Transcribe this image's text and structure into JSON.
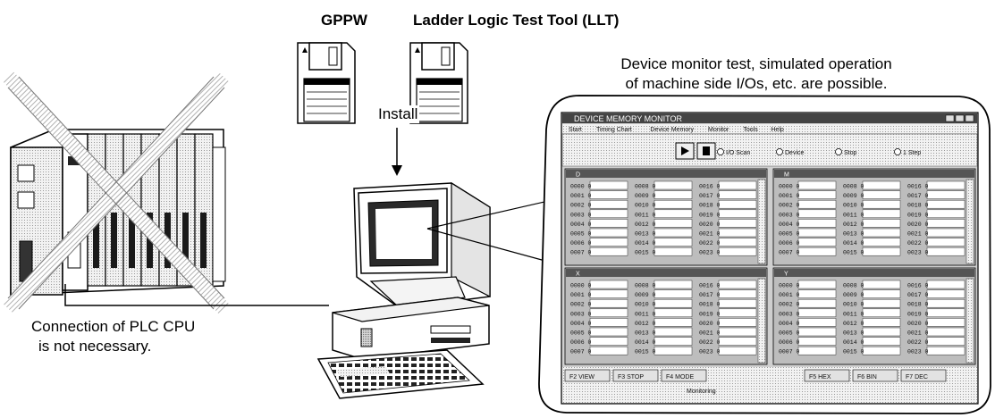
{
  "labels": {
    "software_1": "GPPW",
    "software_2": "Ladder Logic Test Tool (LLT)",
    "install": "Install",
    "callout_line1": "Device monitor test, simulated operation",
    "callout_line2": "of machine side I/Os, etc. are possible.",
    "note_line1": "Connection of PLC CPU",
    "note_line2": "is not necessary."
  },
  "monitor_window": {
    "title": "DEVICE MEMORY MONITOR",
    "menu": [
      "Start",
      "Timing Chart",
      "Device Memory",
      "Monitor",
      "Tools",
      "Help"
    ],
    "modes": [
      "I/O Scan",
      "Device",
      "Stop",
      "1 Step"
    ],
    "panes": [
      "D",
      "M",
      "X",
      "Y"
    ],
    "pane_rows": [
      [
        "0000 0",
        "0008 0",
        "0016 0"
      ],
      [
        "0001 0",
        "0009 0",
        "0017 0"
      ],
      [
        "0002 0",
        "0010 0",
        "0018 0"
      ],
      [
        "0003 0",
        "0011 0",
        "0019 0"
      ],
      [
        "0004 0",
        "0012 0",
        "0020 0"
      ],
      [
        "0005 0",
        "0013 0",
        "0021 0"
      ],
      [
        "0006 0",
        "0014 0",
        "0022 0"
      ],
      [
        "0007 0",
        "0015 0",
        "0023 0"
      ]
    ],
    "status_items": [
      "F2 VIEW",
      "F3 STOP",
      "F4 MODE",
      "F5 HEX",
      "F6 BIN",
      "F7 DEC"
    ],
    "status_text": "Monitoring"
  }
}
